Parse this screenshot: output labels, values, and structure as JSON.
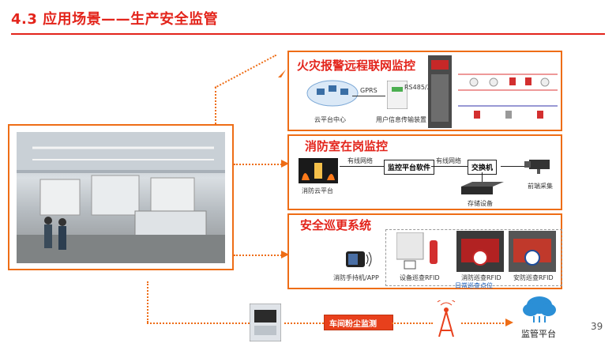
{
  "slide": {
    "title": "4.3 应用场景——生产安全监管",
    "page_number": "39"
  },
  "fire_alarm": {
    "title": "火灾报警远程联网监控",
    "gprs": "GPRS",
    "rs": "RS485/232",
    "cloud_label": "云平台中心",
    "device_label": "用户信息传输装置"
  },
  "control_room": {
    "title": "消防室在岗监控",
    "wired1": "有线网络",
    "wired2": "有线网络",
    "software": "监控平台软件",
    "switch": "交换机",
    "cloud": "消防云平台",
    "storage": "存储设备",
    "frontend": "前端采集"
  },
  "patrol": {
    "title": "安全巡更系统",
    "handheld": "消防手持机/APP",
    "rfid1": "设备巡查RFID",
    "rfid2": "消防巡查RFID",
    "rfid3": "安防巡查RFID",
    "daily": "日常巡查点位"
  },
  "dust": {
    "label": "车间粉尘监测",
    "platform": "监管平台"
  },
  "colors": {
    "accent": "#e3241b",
    "orange": "#ee6d16"
  }
}
